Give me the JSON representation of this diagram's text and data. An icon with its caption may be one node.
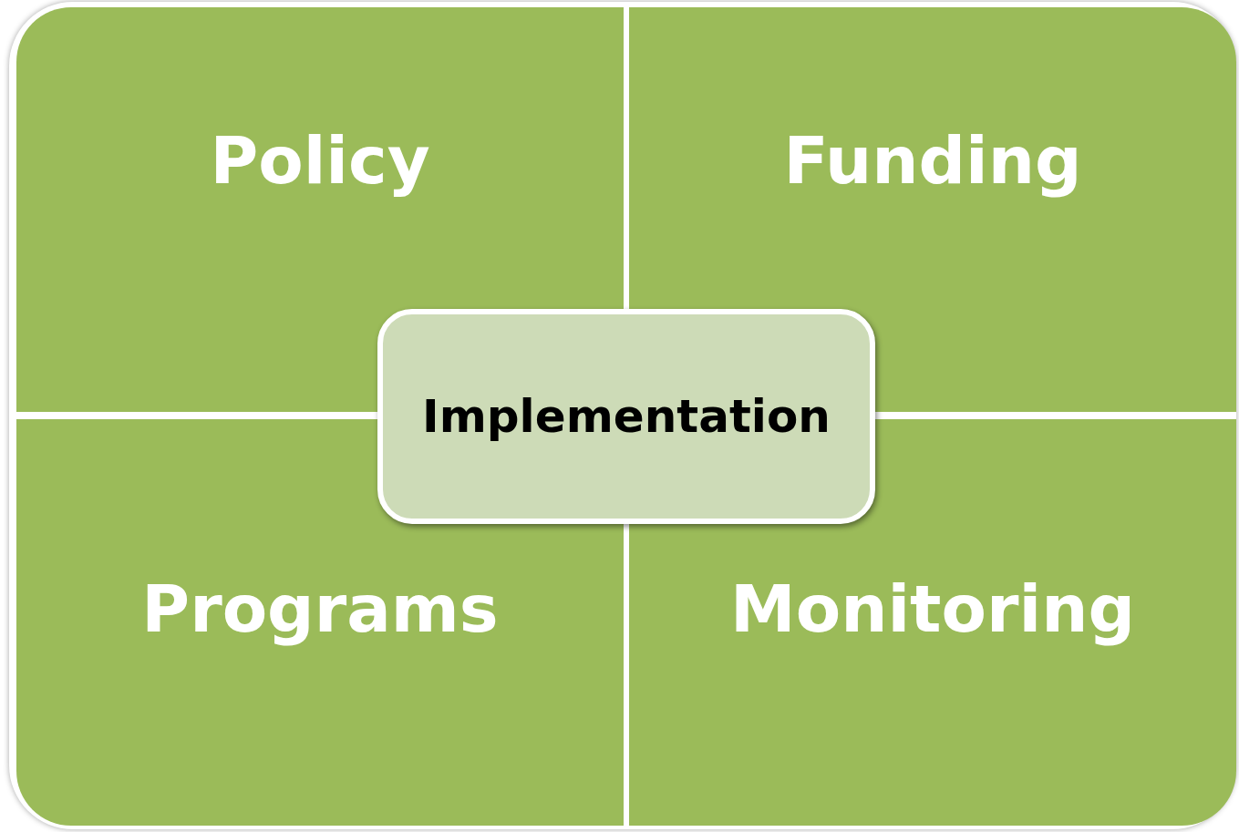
{
  "diagram": {
    "nodes": [
      {
        "text": [
          "Policy"
        ]
      },
      {
        "text": [
          "Funding"
        ]
      },
      {
        "text": [
          "Programs"
        ]
      },
      {
        "text": [
          "Monitoring"
        ]
      },
      {
        "text": [
          "Implementation"
        ]
      }
    ]
  }
}
